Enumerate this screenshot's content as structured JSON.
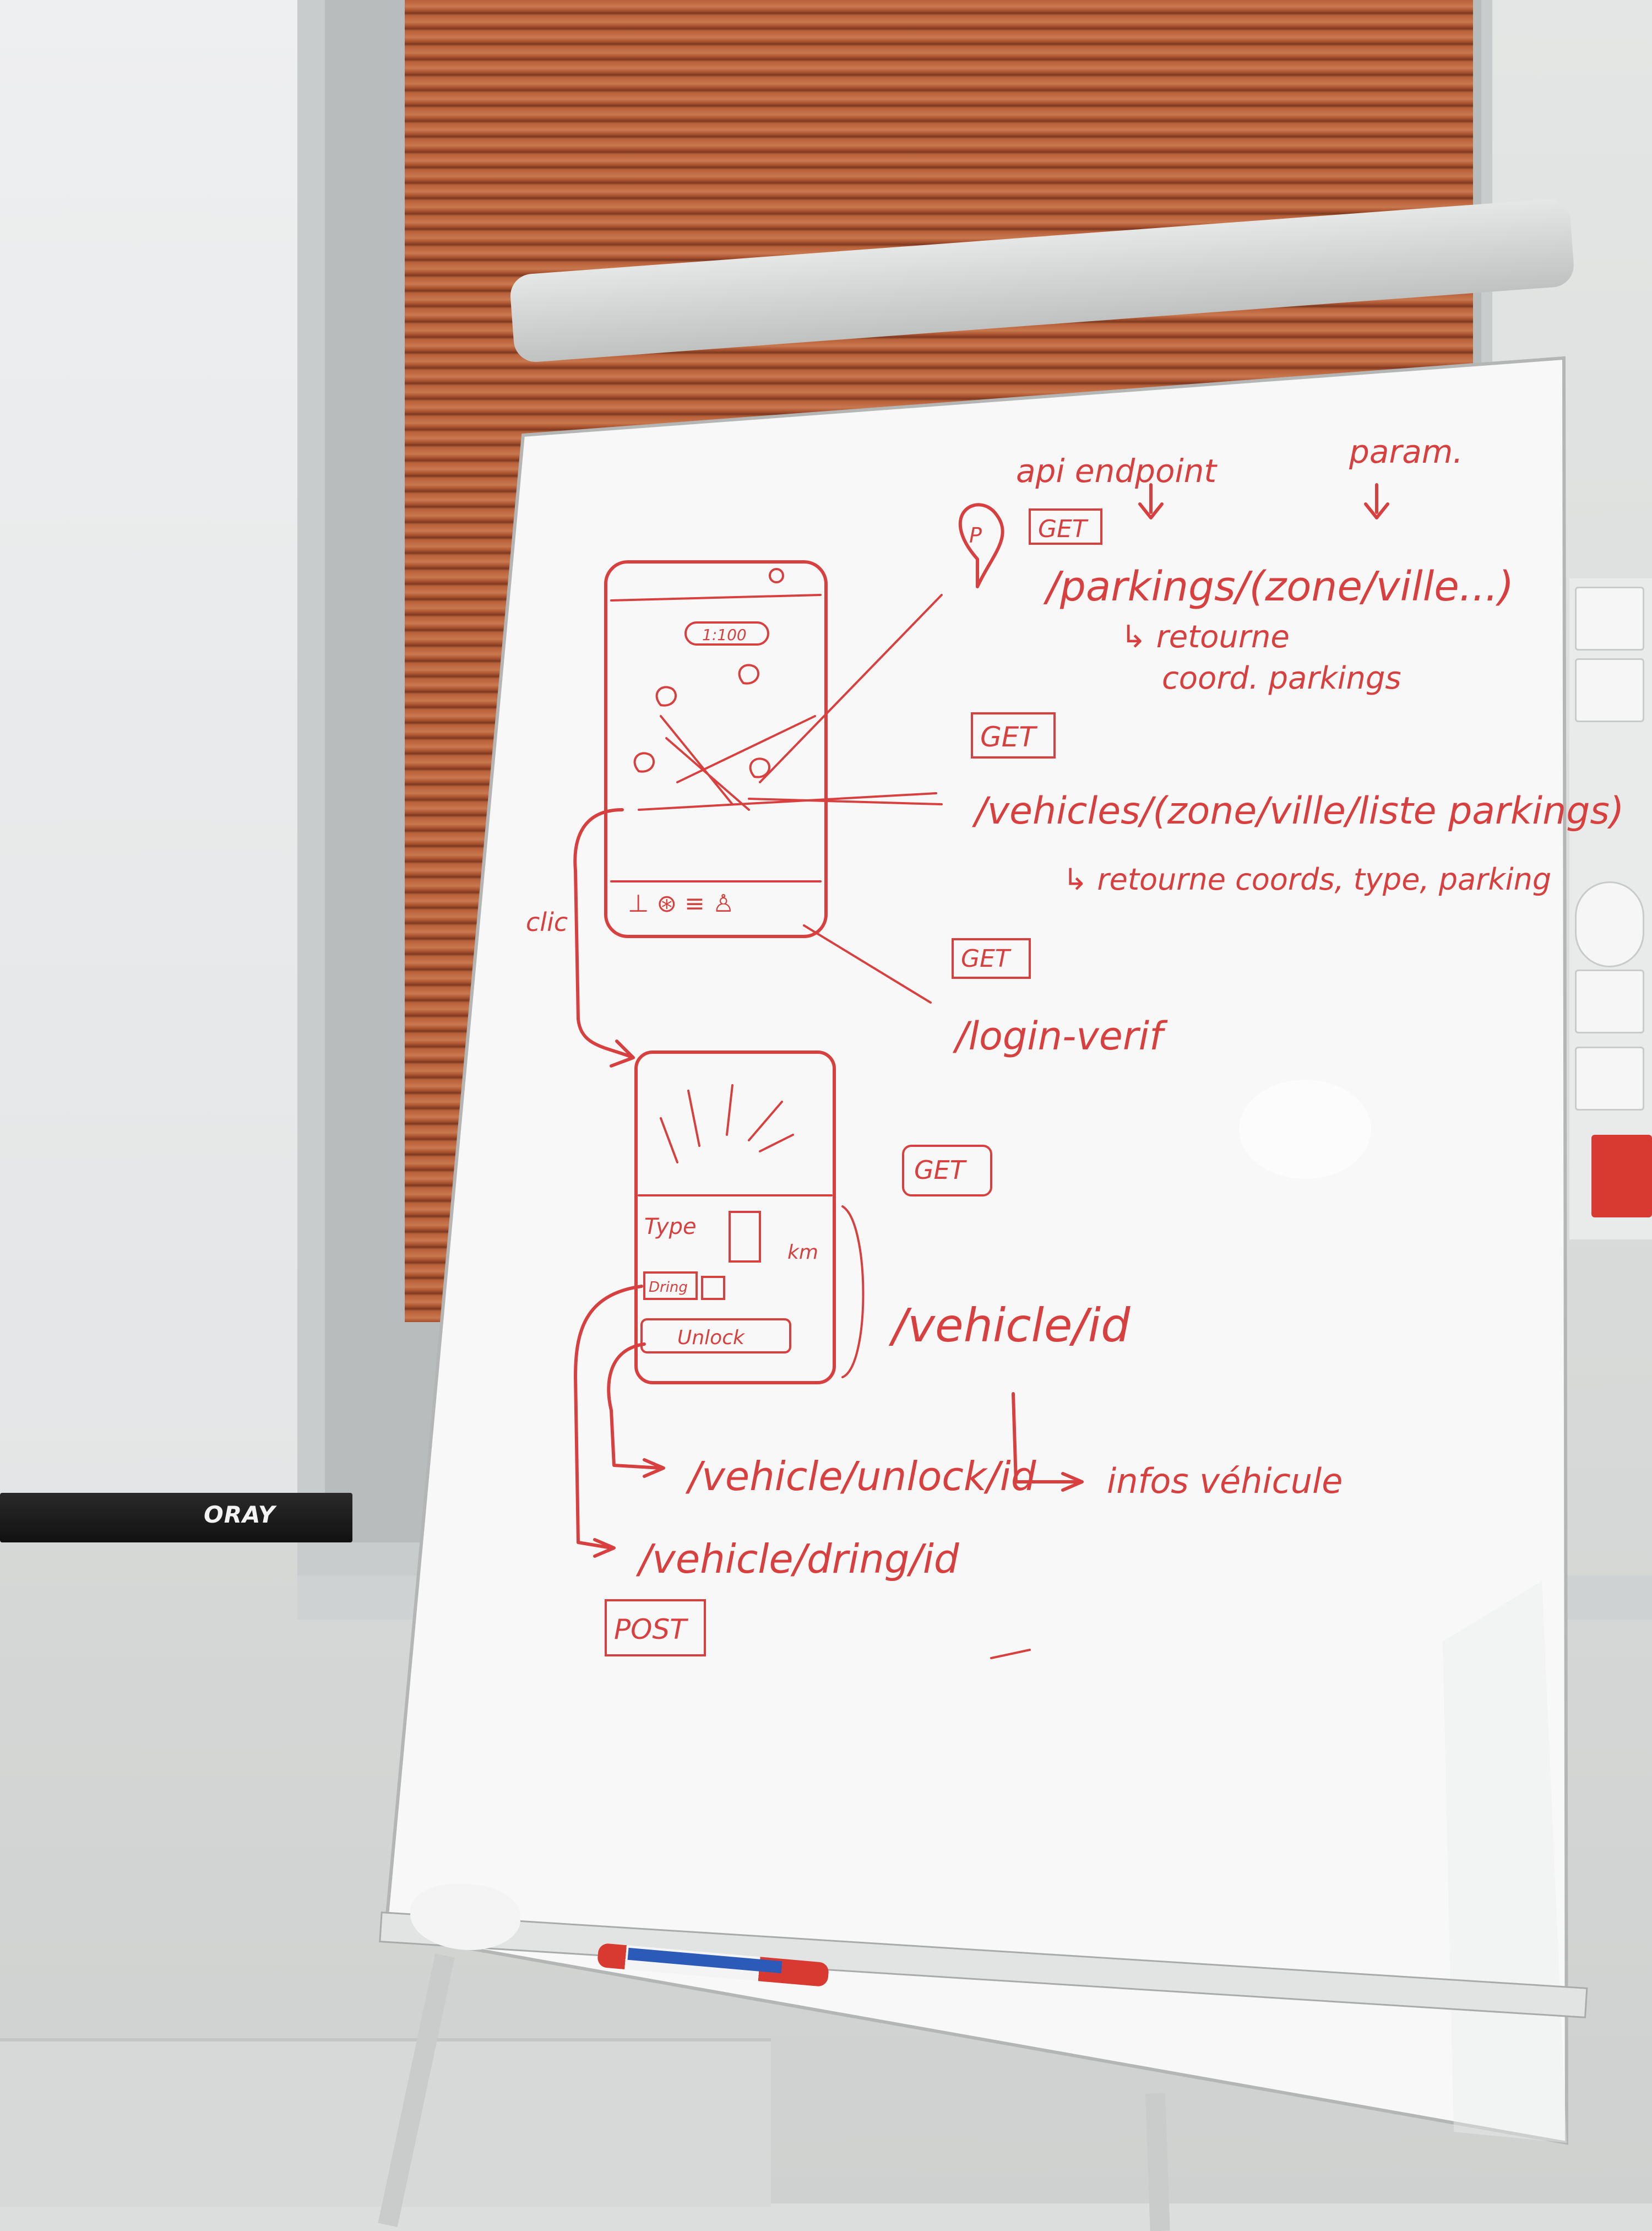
{
  "screen": {
    "brand": "ORAY"
  },
  "whiteboard": {
    "header_left": "api endpoint",
    "header_right": "param.",
    "endpoint1": {
      "method": "GET",
      "path": "/parkings/(zone/ville...)",
      "note_line1": "↳ retourne",
      "note_line2": "coord. parkings"
    },
    "endpoint2": {
      "method": "GET",
      "path": "/vehicles/(zone/ville/liste parkings)",
      "note": "↳ retourne coords, type, parking"
    },
    "endpoint3": {
      "method": "GET",
      "path": "/login-verif"
    },
    "endpoint4": {
      "method": "GET",
      "path": "/vehicle/id",
      "note": "infos véhicule"
    },
    "sketch1": {
      "label_clic": "clic",
      "pin": "P",
      "scale_text": "1:100"
    },
    "sketch2": {
      "type_label": "Type",
      "km_label": "km",
      "dring_label": "Dring",
      "unlock_label": "Unlock"
    },
    "endpoint5": {
      "path": "/vehicle/unlock/id"
    },
    "endpoint6": {
      "method": "POST",
      "path": "/vehicle/dring/id"
    }
  }
}
